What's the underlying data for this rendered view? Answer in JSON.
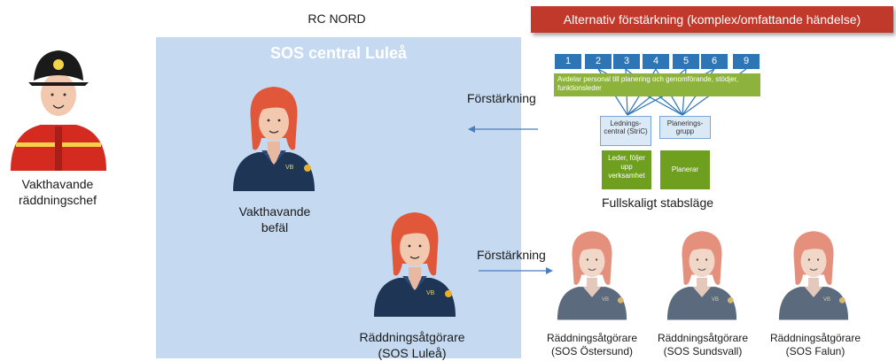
{
  "header": {
    "rc_nord": "RC NORD",
    "banner": "Alternativ förstärkning (komplex/omfattande händelse)"
  },
  "sos_box": {
    "title": "SOS central Luleå"
  },
  "people": {
    "chief": {
      "label_line1": "Vakthavande",
      "label_line2": "räddningschef"
    },
    "duty_officer": {
      "label_line1": "Vakthavande",
      "label_line2": "befäl"
    },
    "rescuer_lulea": {
      "label_line1": "Räddningsåtgörare",
      "label_line2": "(SOS Luleå)"
    },
    "rescuer_ostersund": {
      "label_line1": "Räddningsåtgörare",
      "label_line2": "(SOS Östersund)"
    },
    "rescuer_sundsvall": {
      "label_line1": "Räddningsåtgörare",
      "label_line2": "(SOS Sundsvall)"
    },
    "rescuer_falun": {
      "label_line1": "Räddningsåtgörare",
      "label_line2": "(SOS Falun)"
    }
  },
  "badge_text": "VB",
  "arrows": {
    "top_label": "Förstärkning",
    "bottom_label": "Förstärkning"
  },
  "staff_diagram": {
    "numbers": [
      "1",
      "2",
      "3",
      "4",
      "5",
      "6",
      "9"
    ],
    "green_bar": "Avdelar personal till planering och genomförande, stödjer, funktionsleder",
    "lednings_central": "Lednings-central (StriC)",
    "planerings_grupp": "Planerings-grupp",
    "leder_box": "Leder, följer upp verksamhet",
    "planerar_box": "Planerar",
    "caption": "Fullskaligt stabsläge"
  },
  "colors": {
    "sos_bg": "#c5d9f1",
    "banner_red": "#c0392b",
    "box_blue": "#2e75b6",
    "green": "#8db33c",
    "uniform_navy": "#1f3556",
    "hair": "#e0573a",
    "chief_red": "#d42a1f"
  }
}
